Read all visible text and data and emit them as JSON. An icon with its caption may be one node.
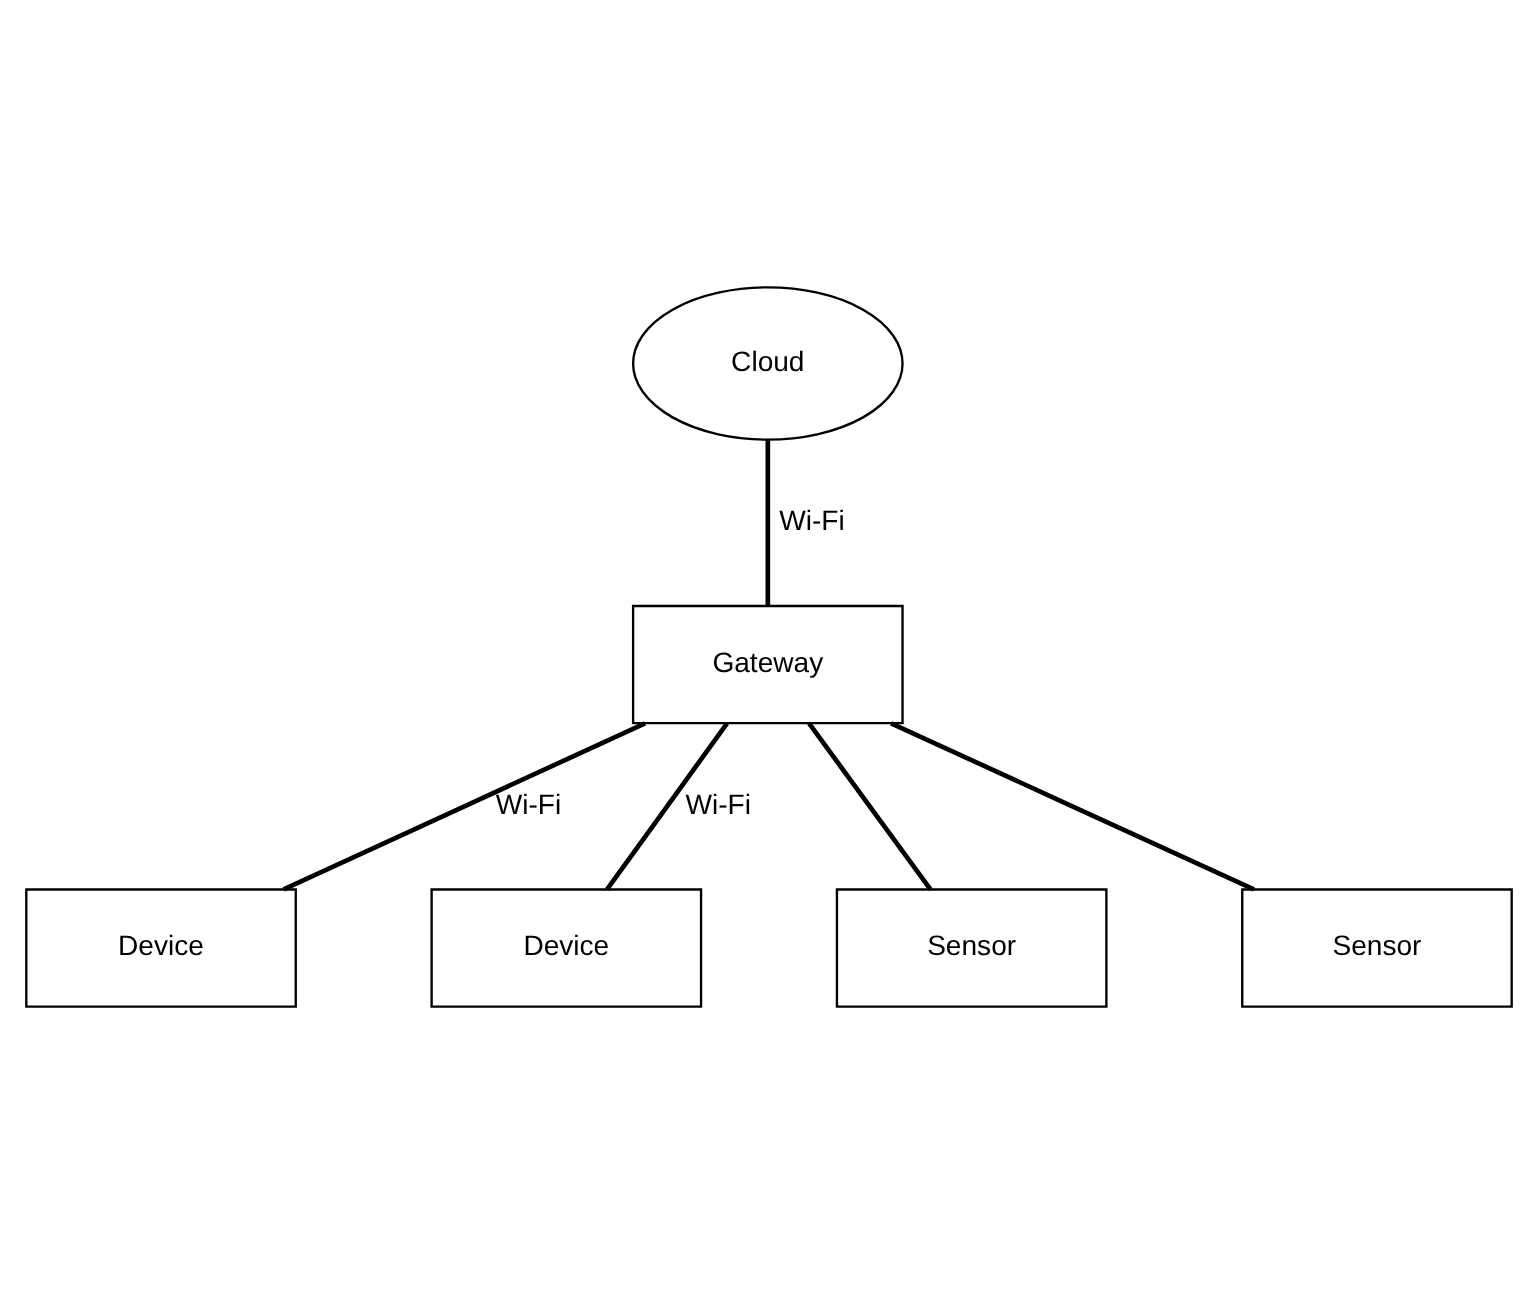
{
  "diagram": {
    "nodes": [
      {
        "text": [
          "Cloud"
        ]
      },
      {
        "text": [
          "Gateway"
        ]
      },
      {
        "text": [
          "Device"
        ]
      },
      {
        "text": [
          "Device"
        ]
      },
      {
        "text": [
          "Sensor"
        ]
      },
      {
        "text": [
          "Sensor"
        ]
      }
    ],
    "edges": [
      {
        "from": 0,
        "to": 1,
        "arrow": "none",
        "label": "Wi-Fi"
      },
      {
        "from": 1,
        "to": 2,
        "arrow": "none",
        "label": "Wi-Fi"
      },
      {
        "from": 1,
        "to": 3,
        "arrow": "none",
        "label": "Wi-Fi"
      },
      {
        "from": 1,
        "to": 4,
        "arrow": "none"
      },
      {
        "from": 1,
        "to": 5,
        "arrow": "none"
      }
    ]
  }
}
